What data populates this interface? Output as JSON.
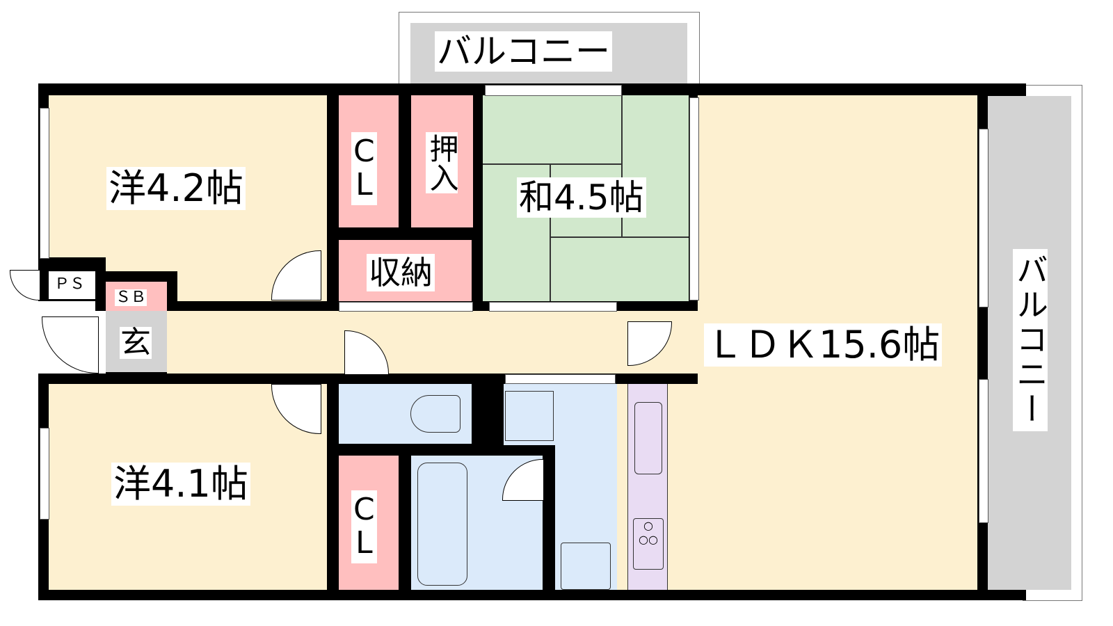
{
  "rooms": {
    "western_1": "洋4.2帖",
    "western_2": "洋4.1帖",
    "japanese": "和4.5帖",
    "ldk": "ＬＤＫ15.6帖",
    "closet_top": {
      "c": "C",
      "l": "L"
    },
    "closet_bottom": {
      "c": "C",
      "l": "L"
    },
    "oshiire": "押入",
    "storage": "収納",
    "ps": "ＰＳ",
    "sb": "ＳＢ",
    "entrance": "玄"
  },
  "balcony_top": "バルコニー",
  "balcony_right": "バルコニー",
  "colors": {
    "wall": "#000000",
    "room": "#fdf0d0",
    "closet": "#ffbfbf",
    "tatami": "#d1e8cc",
    "wet": "#dbeafa",
    "kitchen": "#e9dcf3",
    "balcony": "#d3d3d3"
  }
}
